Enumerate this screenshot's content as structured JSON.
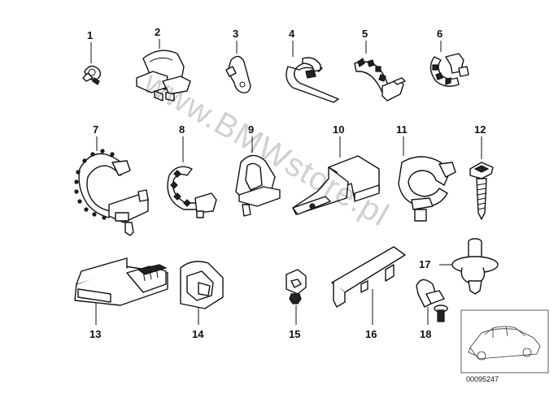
{
  "labels": [
    "1",
    "2",
    "3",
    "4",
    "5",
    "6",
    "7",
    "8",
    "9",
    "10",
    "11",
    "12",
    "13",
    "14",
    "15",
    "16",
    "17",
    "18"
  ],
  "watermark": "www.BMWstore.pl",
  "reference_code": "00095247"
}
